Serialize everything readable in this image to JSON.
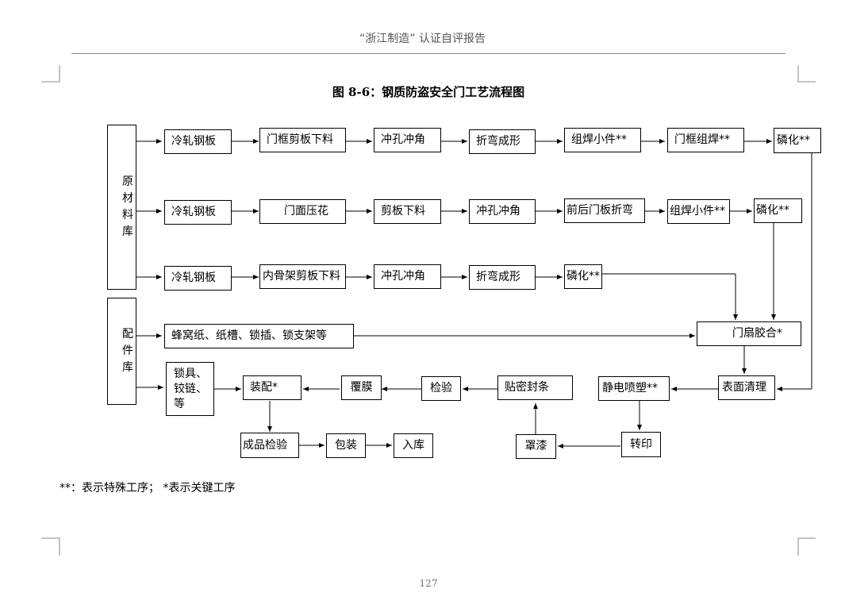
{
  "header": {
    "text": "“浙江制造” 认证自评报告"
  },
  "title": "图 8-6：钢质防盗安全门工艺流程图",
  "sources": {
    "raw_material": "原材料库",
    "parts": "配件库"
  },
  "row1": [
    "冷轧钢板",
    "门框剪板下料",
    "冲孔冲角",
    "折弯成形",
    "组焊小件**",
    "门框组焊**",
    "磷化**"
  ],
  "row2": [
    "冷轧钢板",
    "门面压花",
    "剪板下料",
    "冲孔冲角",
    "前后门板折弯",
    "组焊小件**",
    "磷化**"
  ],
  "row3": [
    "冷轧钢板",
    "内骨架剪板下料",
    "冲孔冲角",
    "折弯成形",
    "磷化**"
  ],
  "parts_row": {
    "items": "蜂窝纸、纸槽、锁插、锁支架等",
    "target": "门扇胶合*"
  },
  "assembly_row": {
    "locks": "锁具、铰链、等",
    "assembly": "装配*",
    "film": "覆膜",
    "inspection": "检验",
    "seal": "贴密封条",
    "powder": "静电喷塑**",
    "surface": "表面清理"
  },
  "final_row": {
    "product_check": "成品检验",
    "package": "包装",
    "storage": "入库",
    "varnish": "罩漆",
    "transfer": "转印"
  },
  "note": "**：表示特殊工序；   *表示关键工序",
  "page_number": "127"
}
